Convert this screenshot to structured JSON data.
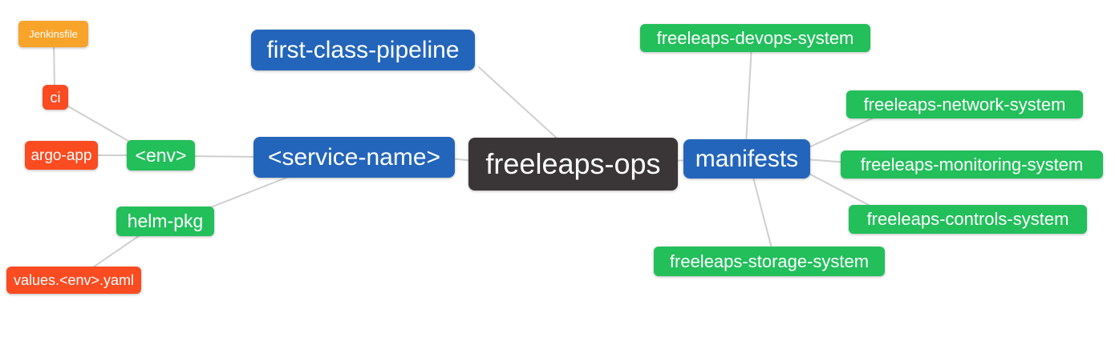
{
  "diagram": {
    "line_color": "#cfcfcf",
    "colors": {
      "blue": "#2365BB",
      "green": "#22BF5B",
      "red": "#FA4B21",
      "orange": "#F8A32A",
      "dark": "#3A3637",
      "text": "#ffffff"
    },
    "nodes": {
      "freeleaps_ops": {
        "label": "freeleaps-ops",
        "color": "#3A3637"
      },
      "first_class_pipeline": {
        "label": "first-class-pipeline",
        "color": "#2365BB"
      },
      "service_name": {
        "label": "<service-name>",
        "color": "#2365BB"
      },
      "manifests": {
        "label": "manifests",
        "color": "#2365BB"
      },
      "env": {
        "label": "<env>",
        "color": "#22BF5B"
      },
      "helm_pkg": {
        "label": "helm-pkg",
        "color": "#22BF5B"
      },
      "ci": {
        "label": "ci",
        "color": "#FA4B21"
      },
      "argo_app": {
        "label": "argo-app",
        "color": "#FA4B21"
      },
      "values_env_yaml": {
        "label": "values.<env>.yaml",
        "color": "#FA4B21"
      },
      "jenkinsfile": {
        "label": "Jenkinsfile",
        "color": "#F8A32A"
      },
      "devops_system": {
        "label": "freeleaps-devops-system",
        "color": "#22BF5B"
      },
      "network_system": {
        "label": "freeleaps-network-system",
        "color": "#22BF5B"
      },
      "monitoring_system": {
        "label": "freeleaps-monitoring-system",
        "color": "#22BF5B"
      },
      "controls_system": {
        "label": "freeleaps-controls-system",
        "color": "#22BF5B"
      },
      "storage_system": {
        "label": "freeleaps-storage-system",
        "color": "#22BF5B"
      }
    },
    "edges": [
      {
        "from": "jenkinsfile",
        "to": "ci"
      },
      {
        "from": "ci",
        "to": "env"
      },
      {
        "from": "argo_app",
        "to": "env"
      },
      {
        "from": "env",
        "to": "service_name"
      },
      {
        "from": "service_name",
        "to": "helm_pkg"
      },
      {
        "from": "helm_pkg",
        "to": "values_env_yaml"
      },
      {
        "from": "service_name",
        "to": "freeleaps_ops"
      },
      {
        "from": "first_class_pipeline",
        "to": "freeleaps_ops"
      },
      {
        "from": "freeleaps_ops",
        "to": "manifests"
      },
      {
        "from": "manifests",
        "to": "devops_system"
      },
      {
        "from": "manifests",
        "to": "network_system"
      },
      {
        "from": "manifests",
        "to": "monitoring_system"
      },
      {
        "from": "manifests",
        "to": "controls_system"
      },
      {
        "from": "manifests",
        "to": "storage_system"
      }
    ]
  }
}
